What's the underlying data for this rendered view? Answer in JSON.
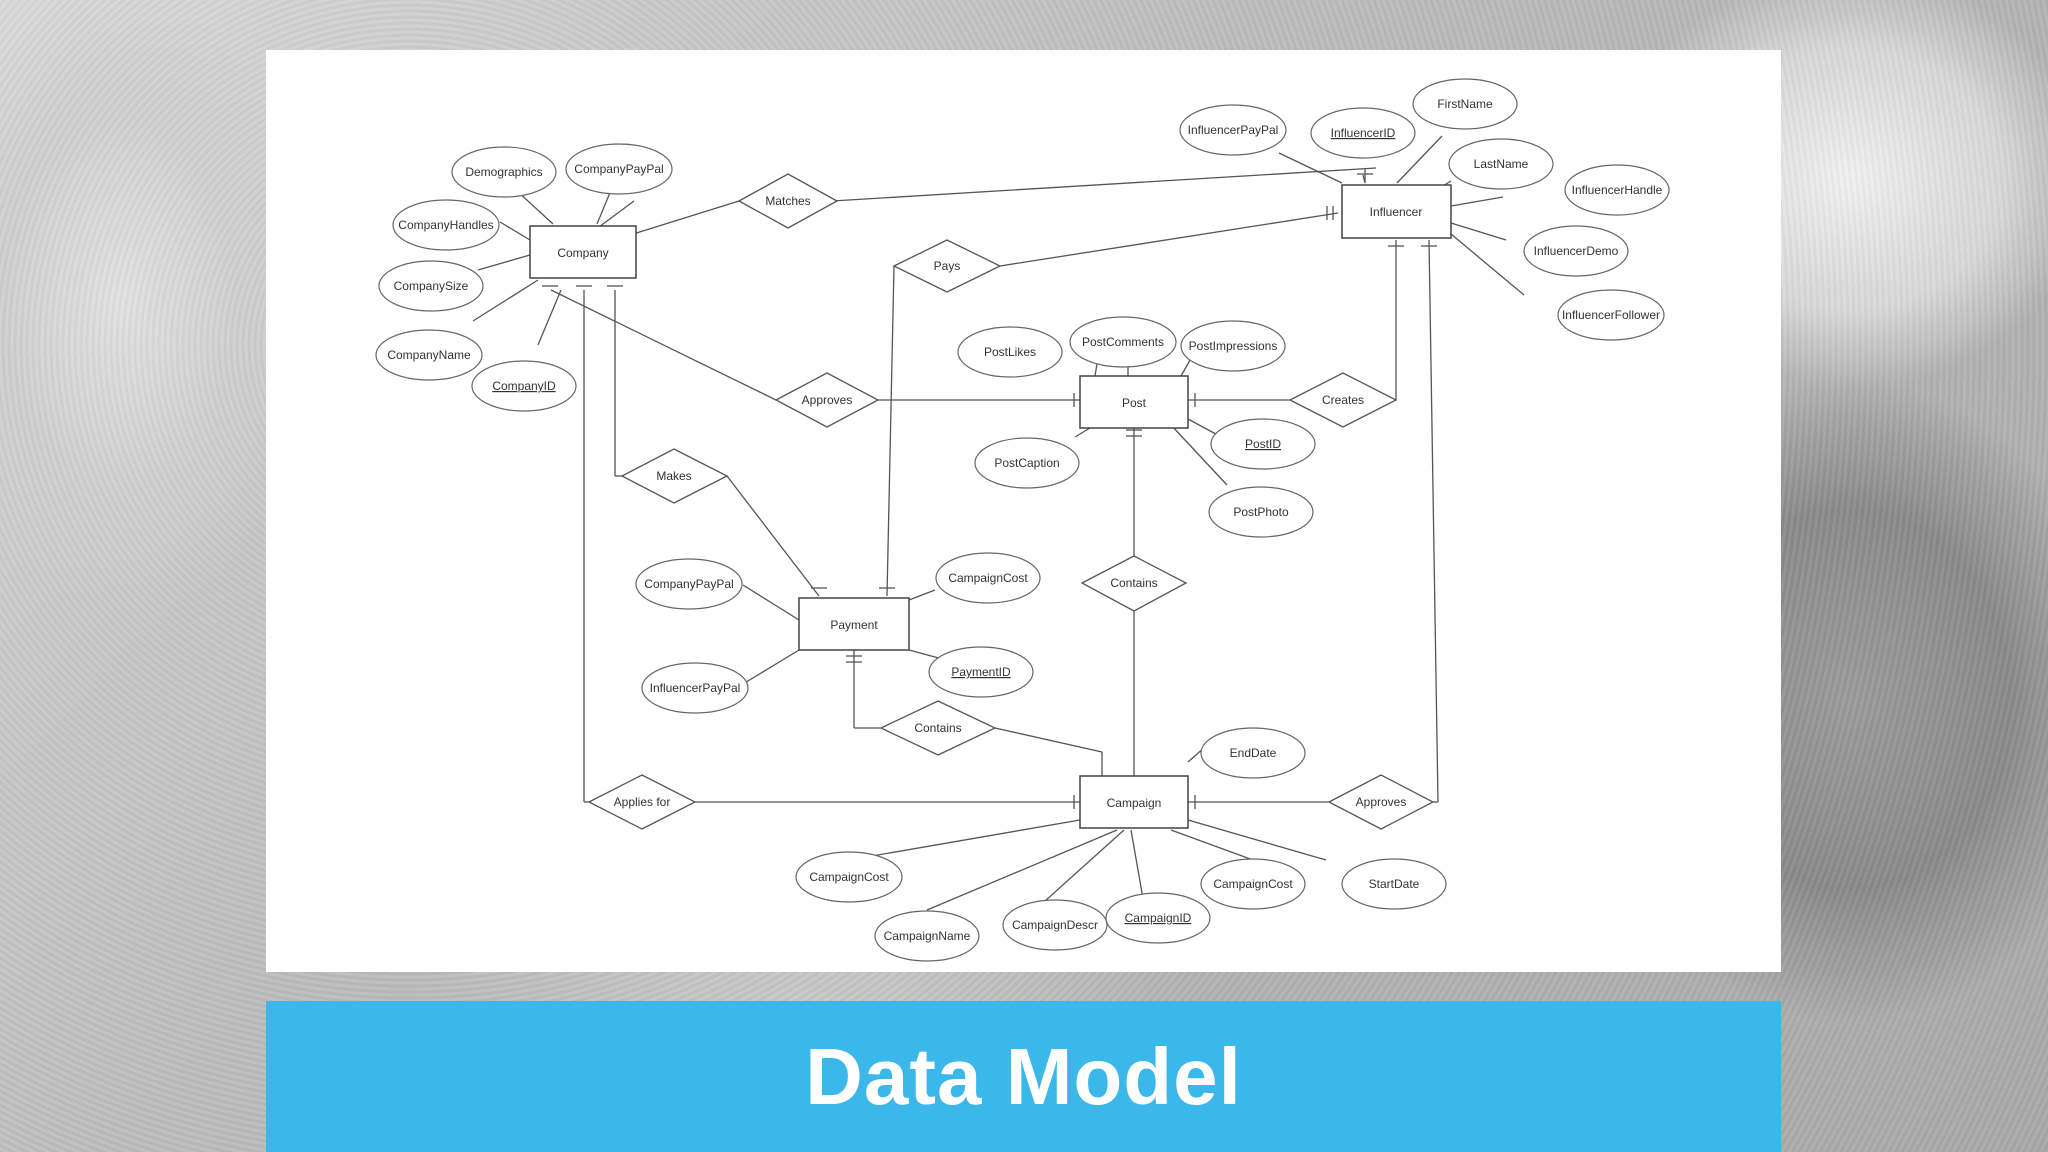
{
  "slide": {
    "title": "Data Model"
  },
  "diagram": {
    "entities": {
      "company": "Company",
      "influencer": "Influencer",
      "post": "Post",
      "payment": "Payment",
      "campaign": "Campaign"
    },
    "relationships": {
      "matches": "Matches",
      "pays": "Pays",
      "approves_post": "Approves",
      "creates": "Creates",
      "makes": "Makes",
      "contains_post": "Contains",
      "contains_payment": "Contains",
      "applies_for": "Applies for",
      "approves_campaign": "Approves"
    },
    "attributes": {
      "demographics": "Demographics",
      "company_paypal": "CompanyPayPal",
      "company_handles": "CompanyHandles",
      "company_size": "CompanySize",
      "company_name": "CompanyName",
      "company_id": "CompanyID",
      "influencer_paypal": "InfluencerPayPal",
      "influencer_id": "InfluencerID",
      "first_name": "FirstName",
      "last_name": "LastName",
      "influencer_handle": "InfluencerHandle",
      "influencer_demo": "InfluencerDemo",
      "influencer_follower": "InfluencerFollower",
      "post_likes": "PostLikes",
      "post_comments": "PostComments",
      "post_impressions": "PostImpressions",
      "post_caption": "PostCaption",
      "post_id": "PostID",
      "post_photo": "PostPhoto",
      "payment_company_paypal": "CompanyPayPal",
      "payment_campaign_cost": "CampaignCost",
      "payment_id": "PaymentID",
      "payment_influencer_paypal": "InfluencerPayPal",
      "end_date": "EndDate",
      "start_date": "StartDate",
      "campaign_cost_left": "CampaignCost",
      "campaign_cost_right": "CampaignCost",
      "campaign_name": "CampaignName",
      "campaign_descr": "CampaignDescr",
      "campaign_id": "CampaignID"
    }
  },
  "colors": {
    "banner": "#3bb7ea",
    "banner_text": "#ffffff",
    "card": "#ffffff"
  }
}
